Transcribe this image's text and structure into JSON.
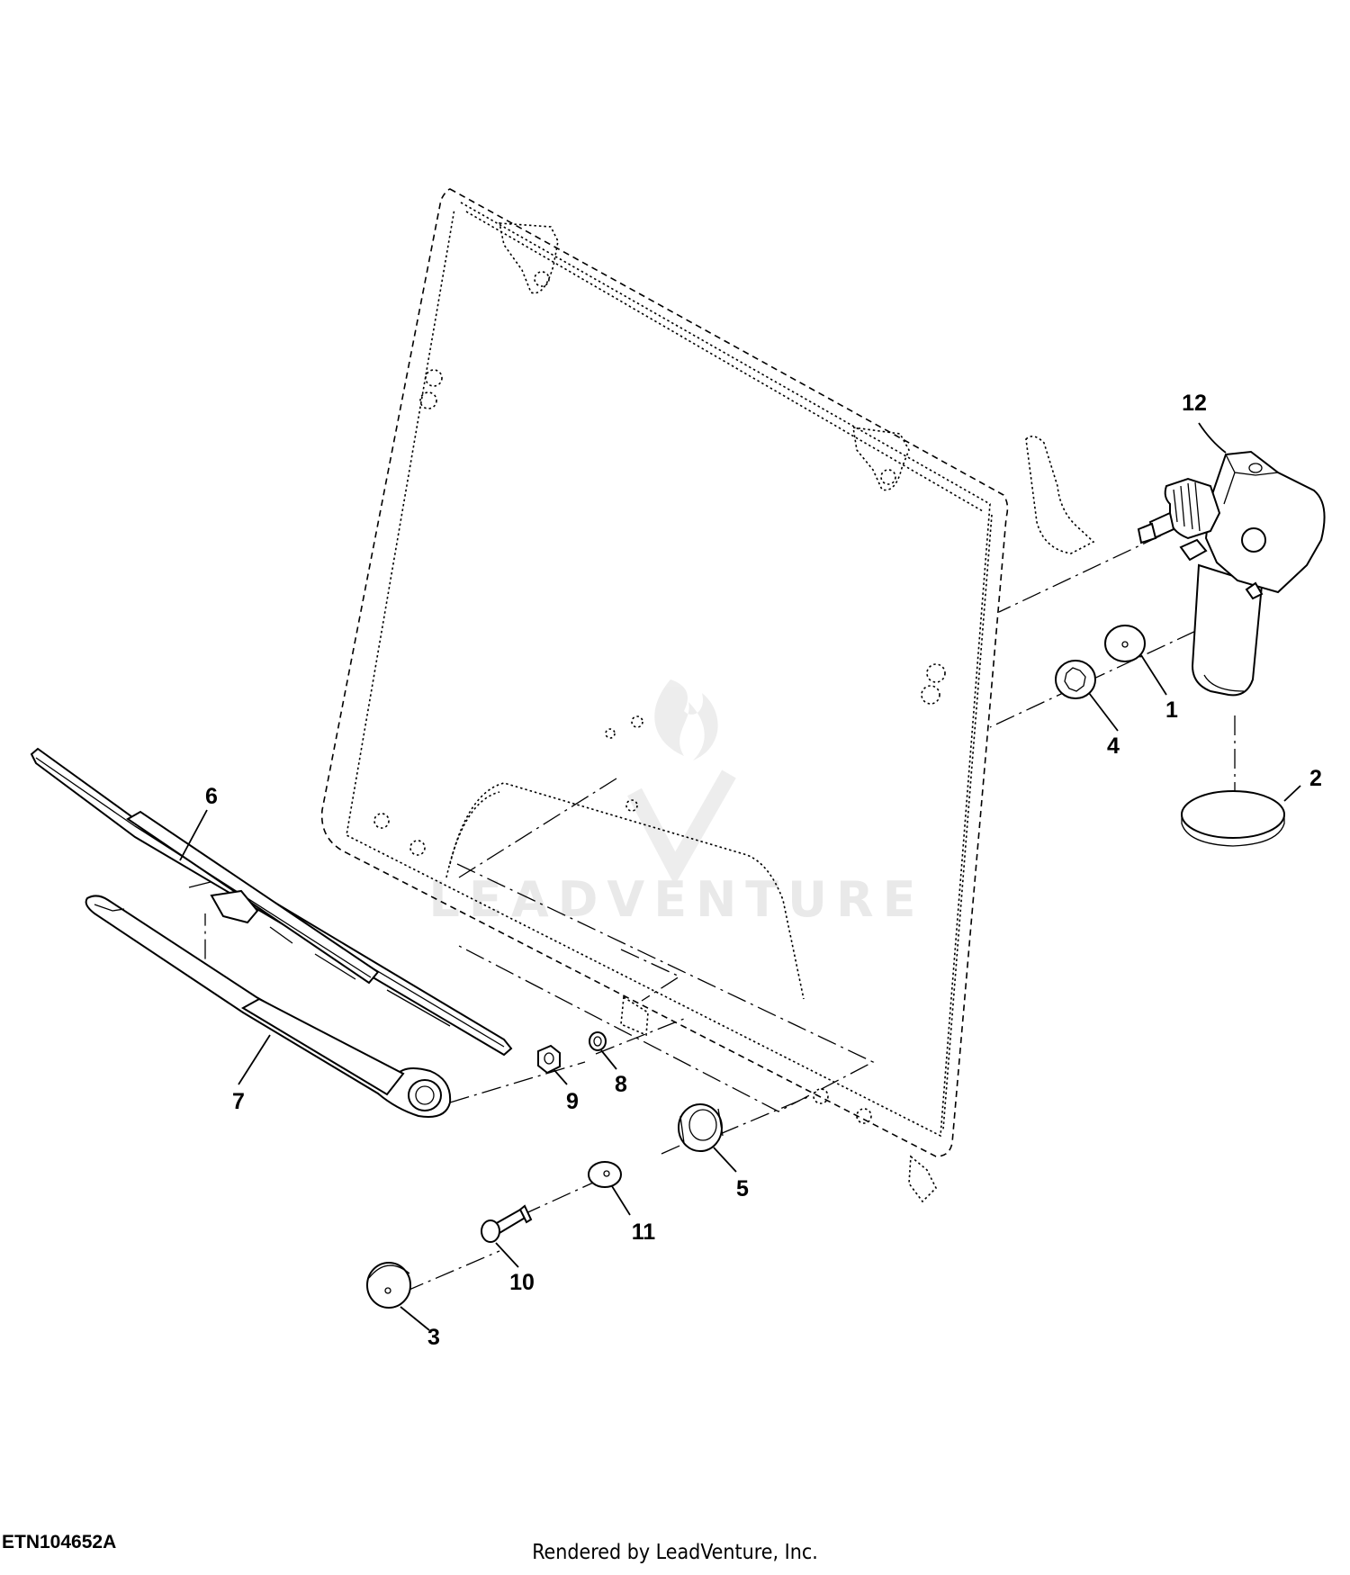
{
  "figure_id": "ETN104652A",
  "render_credit": "Rendered by LeadVenture, Inc.",
  "watermark": "LEADVENTURE",
  "callouts": [
    {
      "id": "1",
      "label": "1"
    },
    {
      "id": "2",
      "label": "2"
    },
    {
      "id": "3",
      "label": "3"
    },
    {
      "id": "4",
      "label": "4"
    },
    {
      "id": "5",
      "label": "5"
    },
    {
      "id": "6",
      "label": "6"
    },
    {
      "id": "7",
      "label": "7"
    },
    {
      "id": "8",
      "label": "8"
    },
    {
      "id": "9",
      "label": "9"
    },
    {
      "id": "10",
      "label": "10"
    },
    {
      "id": "11",
      "label": "11"
    },
    {
      "id": "12",
      "label": "12"
    }
  ]
}
